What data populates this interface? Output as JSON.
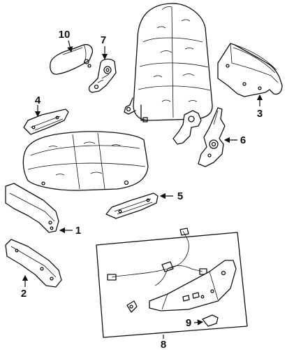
{
  "diagram": {
    "callouts": [
      {
        "id": "c1",
        "text": "1"
      },
      {
        "id": "c2",
        "text": "2"
      },
      {
        "id": "c3",
        "text": "3"
      },
      {
        "id": "c4",
        "text": "4"
      },
      {
        "id": "c5",
        "text": "5"
      },
      {
        "id": "c6",
        "text": "6"
      },
      {
        "id": "c7",
        "text": "7"
      },
      {
        "id": "c8",
        "text": "8"
      },
      {
        "id": "c9",
        "text": "9"
      },
      {
        "id": "c10",
        "text": "10"
      }
    ]
  }
}
